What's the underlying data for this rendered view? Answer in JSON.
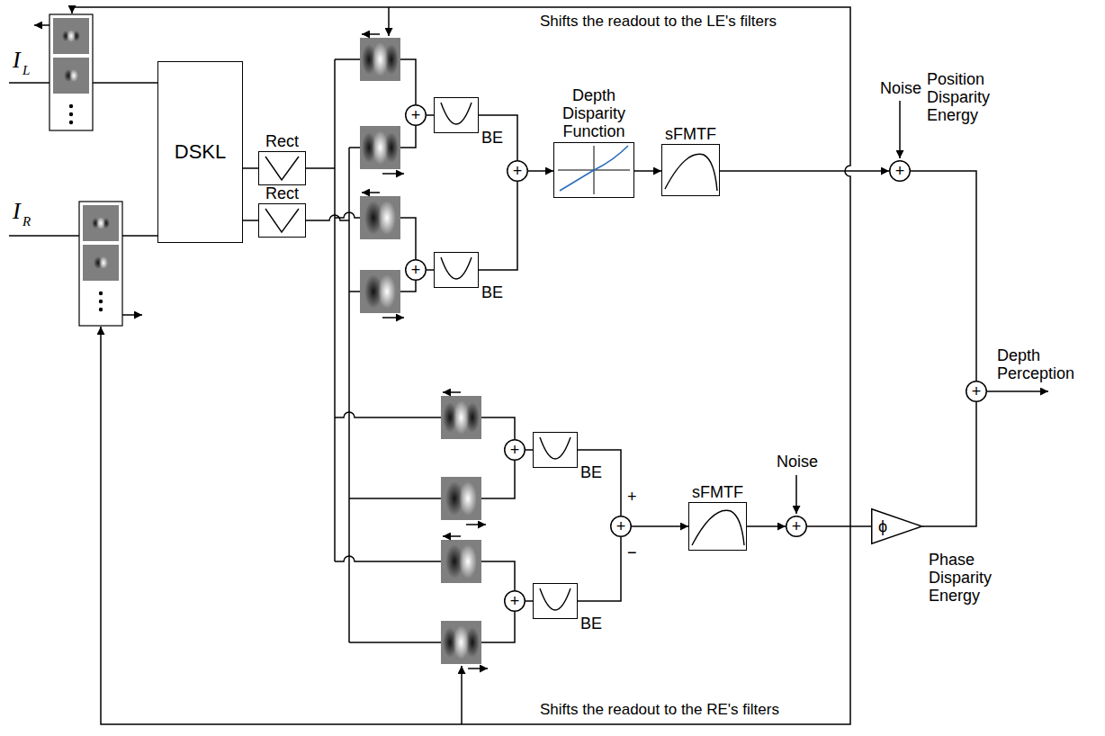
{
  "diagram": {
    "nodes": [
      {
        "text": [
          "DSKL"
        ]
      },
      {
        "text": [
          "Rect"
        ]
      },
      {
        "text": [
          "Rect"
        ]
      },
      {
        "text": [
          "+"
        ]
      },
      {
        "text": [
          "BE"
        ]
      },
      {
        "text": [
          "+"
        ]
      },
      {
        "text": [
          "BE"
        ]
      },
      {
        "text": [
          "+"
        ]
      },
      {
        "text": [
          "Depth Disparity Function"
        ]
      },
      {
        "text": [
          "sFMTF"
        ]
      },
      {
        "text": [
          "+"
        ]
      },
      {
        "text": [
          "+"
        ]
      },
      {
        "text": [
          "BE"
        ]
      },
      {
        "text": [
          "+"
        ]
      },
      {
        "text": [
          "BE"
        ]
      },
      {
        "text": [
          "+"
        ]
      },
      {
        "text": [
          "sFMTF"
        ]
      },
      {
        "text": [
          "+"
        ]
      },
      {
        "text": [
          "ϕ"
        ]
      },
      {
        "text": [
          "+"
        ]
      }
    ],
    "edges": [
      {
        "from": 0,
        "to": 1,
        "arrow": "none"
      },
      {
        "from": 0,
        "to": 2,
        "arrow": "none"
      },
      {
        "from": 3,
        "to": 4,
        "arrow": "none"
      },
      {
        "from": 5,
        "to": 6,
        "arrow": "none"
      },
      {
        "from": 4,
        "to": 7,
        "arrow": "none"
      },
      {
        "from": 6,
        "to": 7,
        "arrow": "none"
      },
      {
        "from": 7,
        "to": 8,
        "arrow": "to"
      },
      {
        "from": 8,
        "to": 9,
        "arrow": "to"
      },
      {
        "from": 9,
        "to": 10,
        "arrow": "to"
      },
      {
        "from": 10,
        "to": 19,
        "arrow": "none"
      },
      {
        "from": 11,
        "to": 12,
        "arrow": "none"
      },
      {
        "from": 13,
        "to": 14,
        "arrow": "none"
      },
      {
        "from": 12,
        "to": 15,
        "arrow": "none"
      },
      {
        "from": 14,
        "to": 15,
        "arrow": "none"
      },
      {
        "from": 15,
        "to": 16,
        "arrow": "to"
      },
      {
        "from": 16,
        "to": 17,
        "arrow": "to"
      },
      {
        "from": 17,
        "to": 18,
        "arrow": "none"
      },
      {
        "from": 18,
        "to": 19,
        "arrow": "none"
      }
    ],
    "labels": [
      "I",
      "L",
      "I",
      "R",
      "Shifts the readout to the LE's filters",
      "Shifts the readout to the RE's filters",
      "Noise",
      "Position Disparity Energy",
      "Depth Perception",
      "Noise",
      "+",
      "−",
      "Phase Disparity Energy"
    ]
  }
}
